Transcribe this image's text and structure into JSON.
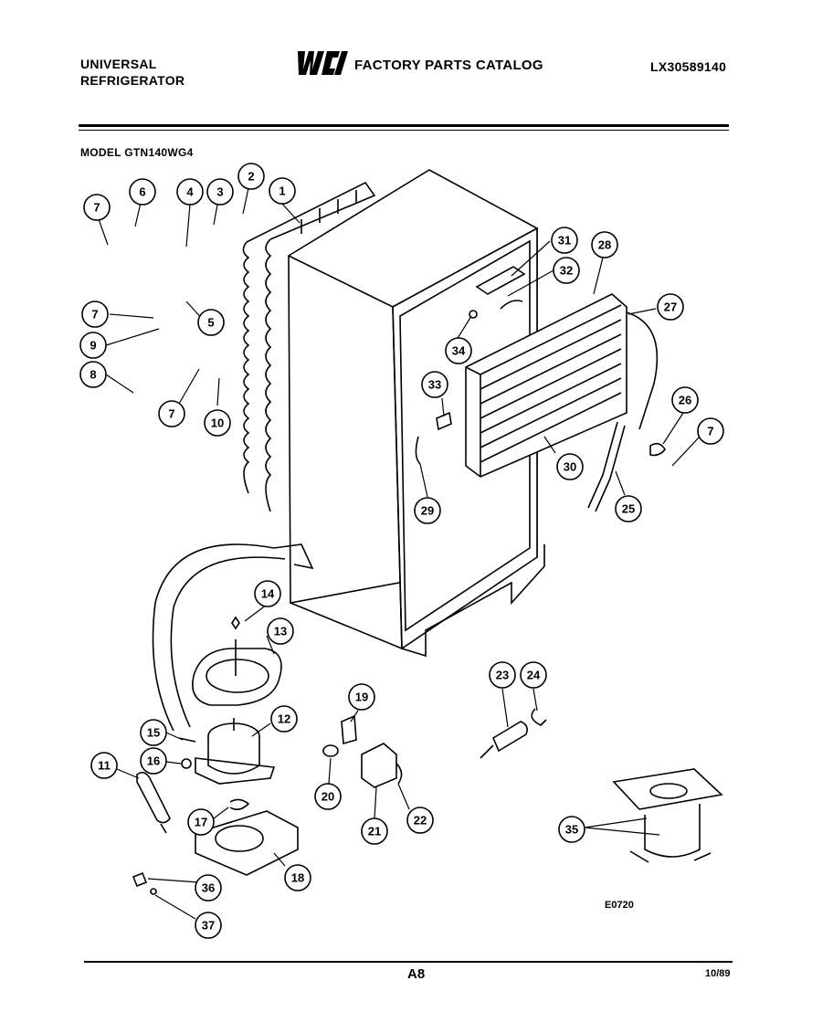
{
  "header": {
    "brand_line1": "UNIVERSAL",
    "brand_line2": "REFRIGERATOR",
    "logo_text": "WCI",
    "catalog_title": "FACTORY PARTS CATALOG",
    "document_number": "LX30589140"
  },
  "model_label": "MODEL GTN140WG4",
  "callouts": [
    "1",
    "2",
    "3",
    "4",
    "5",
    "6",
    "7",
    "7",
    "7",
    "7",
    "8",
    "9",
    "10",
    "11",
    "12",
    "13",
    "14",
    "15",
    "16",
    "17",
    "18",
    "19",
    "20",
    "21",
    "22",
    "23",
    "24",
    "25",
    "26",
    "27",
    "28",
    "29",
    "30",
    "31",
    "32",
    "33",
    "34",
    "35",
    "36",
    "37"
  ],
  "figure_code": "E0720",
  "footer": {
    "page": "A8",
    "date": "10/89"
  }
}
